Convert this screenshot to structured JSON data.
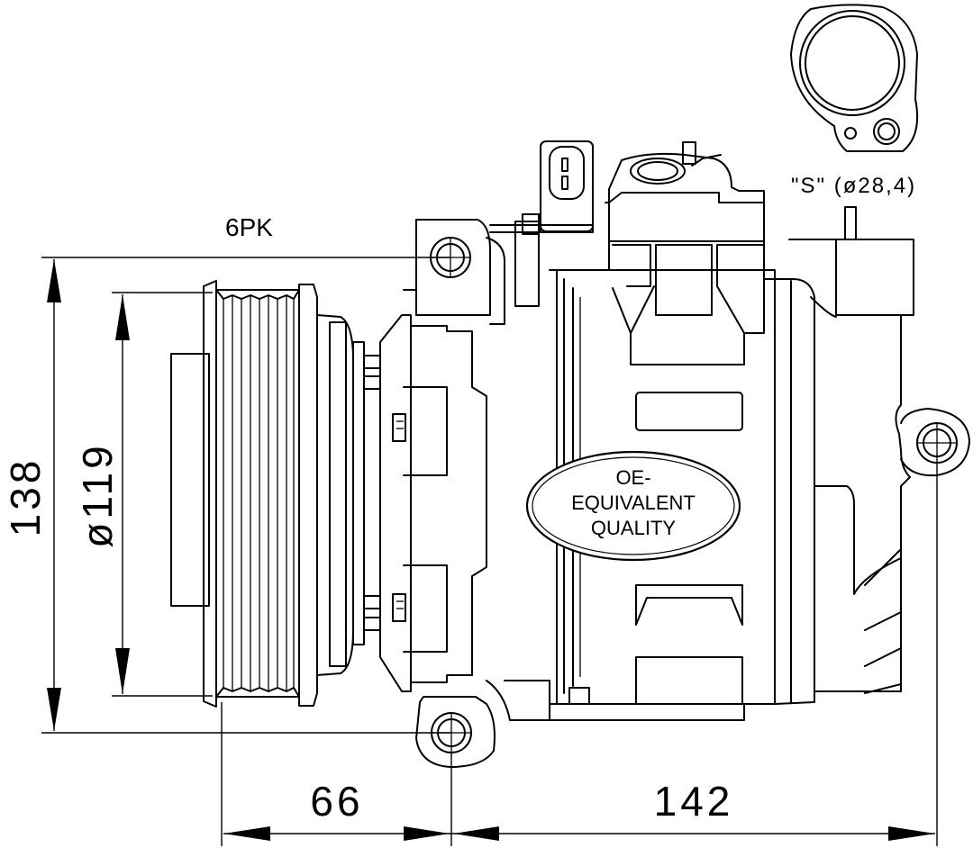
{
  "labels": {
    "belt": "6PK",
    "port": "\"S\"  (ø28,4)",
    "height": "138",
    "diameter": "ø119",
    "offset": "66",
    "length": "142"
  },
  "badge": {
    "line1": "OE-",
    "line2": "EQUIVALENT",
    "line3": "QUALITY"
  }
}
